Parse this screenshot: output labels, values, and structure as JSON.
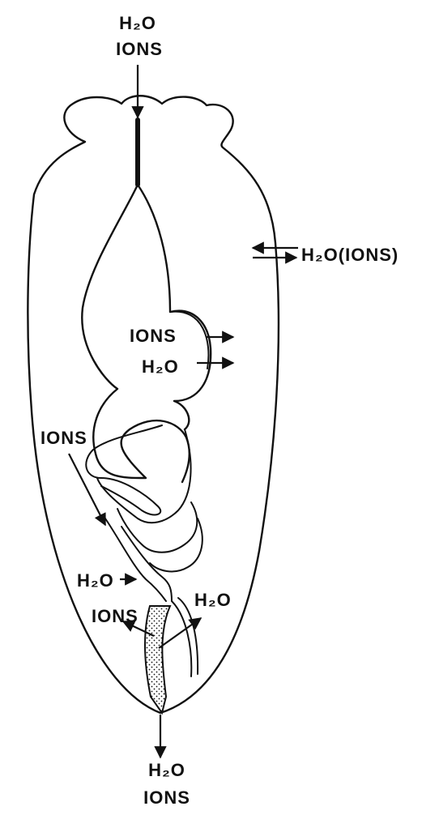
{
  "labels": {
    "top_h2o": "H₂O",
    "top_ions": "IONS",
    "right_exchange": "H₂O(IONS)",
    "mid_ions": "IONS",
    "mid_h2o": "H₂O",
    "left_ions": "IONS",
    "left_h2o": "H₂O",
    "lower_ions": "IONS",
    "lower_h2o": "H₂O",
    "bottom_h2o": "H₂O",
    "bottom_ions": "IONS"
  },
  "colors": {
    "ink": "#111111",
    "background": "#ffffff"
  }
}
